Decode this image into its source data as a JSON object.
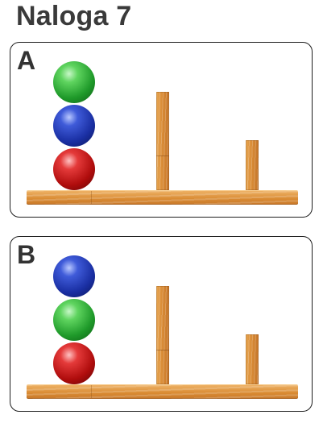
{
  "page": {
    "title": "Naloga 7"
  },
  "panels": [
    {
      "label": "A",
      "balls_bottom_to_top": [
        "red",
        "blue",
        "green"
      ],
      "pegs": [
        "left-stack",
        "tall",
        "short"
      ]
    },
    {
      "label": "B",
      "balls_bottom_to_top": [
        "red",
        "green",
        "blue"
      ],
      "pegs": [
        "left-stack",
        "tall",
        "short"
      ]
    }
  ],
  "colors": {
    "title": "#3a3a3a",
    "green": "#1f9a2a",
    "blue": "#1a2fa3",
    "red": "#b00d0d",
    "wood": "#d98b33"
  }
}
